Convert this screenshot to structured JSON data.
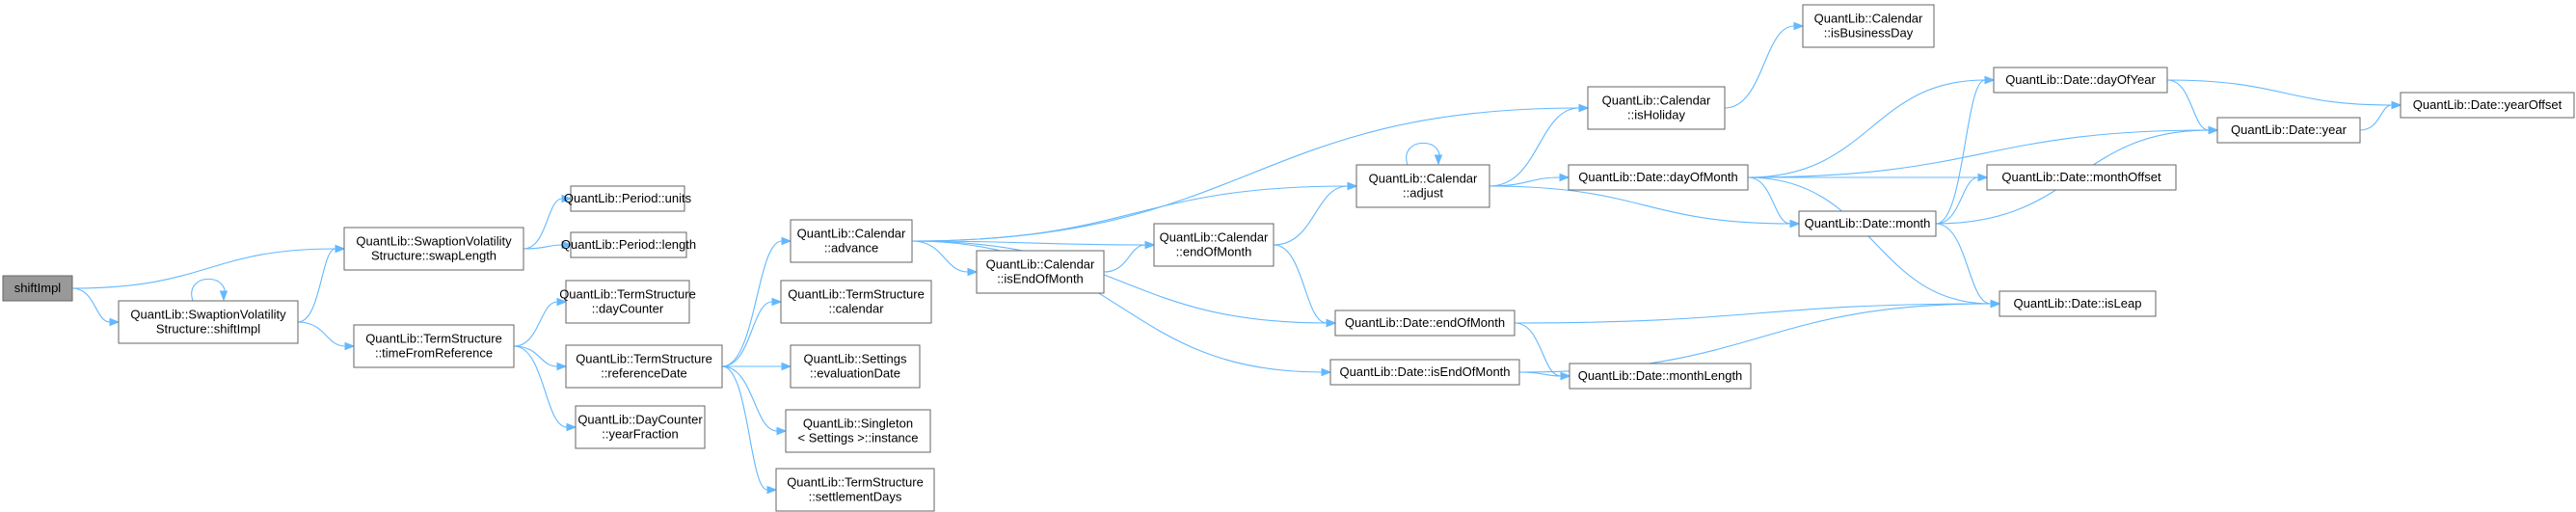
{
  "graph": {
    "edge_color": "#63b8ff",
    "root_fill": "#999999",
    "node_fill": "#ffffff",
    "node_border": "#666666",
    "nodes": [
      {
        "id": "shiftImpl",
        "lines": [
          "shiftImpl"
        ]
      },
      {
        "id": "svs_shiftImpl",
        "lines": [
          "QuantLib::SwaptionVolatility",
          "Structure::shiftImpl"
        ]
      },
      {
        "id": "svs_swapLength",
        "lines": [
          "QuantLib::SwaptionVolatility",
          "Structure::swapLength"
        ]
      },
      {
        "id": "period_units",
        "lines": [
          "QuantLib::Period::units"
        ]
      },
      {
        "id": "period_length",
        "lines": [
          "QuantLib::Period::length"
        ]
      },
      {
        "id": "ts_timeFromReference",
        "lines": [
          "QuantLib::TermStructure",
          "::timeFromReference"
        ]
      },
      {
        "id": "ts_dayCounter",
        "lines": [
          "QuantLib::TermStructure",
          "::dayCounter"
        ]
      },
      {
        "id": "ts_referenceDate",
        "lines": [
          "QuantLib::TermStructure",
          "::referenceDate"
        ]
      },
      {
        "id": "dc_yearFraction",
        "lines": [
          "QuantLib::DayCounter",
          "::yearFraction"
        ]
      },
      {
        "id": "cal_advance",
        "lines": [
          "QuantLib::Calendar",
          "::advance"
        ]
      },
      {
        "id": "ts_calendar",
        "lines": [
          "QuantLib::TermStructure",
          "::calendar"
        ]
      },
      {
        "id": "settings_evaluationDate",
        "lines": [
          "QuantLib::Settings",
          "::evaluationDate"
        ]
      },
      {
        "id": "singleton_instance",
        "lines": [
          "QuantLib::Singleton",
          "< Settings >::instance"
        ]
      },
      {
        "id": "ts_settlementDays",
        "lines": [
          "QuantLib::TermStructure",
          "::settlementDays"
        ]
      },
      {
        "id": "cal_isEndOfMonth",
        "lines": [
          "QuantLib::Calendar",
          "::isEndOfMonth"
        ]
      },
      {
        "id": "cal_endOfMonth",
        "lines": [
          "QuantLib::Calendar",
          "::endOfMonth"
        ]
      },
      {
        "id": "cal_adjust",
        "lines": [
          "QuantLib::Calendar",
          "::adjust"
        ]
      },
      {
        "id": "cal_isHoliday",
        "lines": [
          "QuantLib::Calendar",
          "::isHoliday"
        ]
      },
      {
        "id": "cal_isBusinessDay",
        "lines": [
          "QuantLib::Calendar",
          "::isBusinessDay"
        ]
      },
      {
        "id": "date_endOfMonth",
        "lines": [
          "QuantLib::Date::endOfMonth"
        ]
      },
      {
        "id": "date_isEndOfMonth",
        "lines": [
          "QuantLib::Date::isEndOfMonth"
        ]
      },
      {
        "id": "date_dayOfMonth",
        "lines": [
          "QuantLib::Date::dayOfMonth"
        ]
      },
      {
        "id": "date_monthLength",
        "lines": [
          "QuantLib::Date::monthLength"
        ]
      },
      {
        "id": "date_month",
        "lines": [
          "QuantLib::Date::month"
        ]
      },
      {
        "id": "date_dayOfYear",
        "lines": [
          "QuantLib::Date::dayOfYear"
        ]
      },
      {
        "id": "date_monthOffset",
        "lines": [
          "QuantLib::Date::monthOffset"
        ]
      },
      {
        "id": "date_isLeap",
        "lines": [
          "QuantLib::Date::isLeap"
        ]
      },
      {
        "id": "date_year",
        "lines": [
          "QuantLib::Date::year"
        ]
      },
      {
        "id": "date_yearOffset",
        "lines": [
          "QuantLib::Date::yearOffset"
        ]
      }
    ],
    "edges": [
      [
        "shiftImpl",
        "svs_shiftImpl"
      ],
      [
        "shiftImpl",
        "svs_swapLength"
      ],
      [
        "svs_shiftImpl",
        "svs_shiftImpl"
      ],
      [
        "svs_shiftImpl",
        "svs_swapLength"
      ],
      [
        "svs_shiftImpl",
        "ts_timeFromReference"
      ],
      [
        "svs_swapLength",
        "period_units"
      ],
      [
        "svs_swapLength",
        "period_length"
      ],
      [
        "ts_timeFromReference",
        "ts_dayCounter"
      ],
      [
        "ts_timeFromReference",
        "ts_referenceDate"
      ],
      [
        "ts_timeFromReference",
        "dc_yearFraction"
      ],
      [
        "ts_referenceDate",
        "cal_advance"
      ],
      [
        "ts_referenceDate",
        "ts_calendar"
      ],
      [
        "ts_referenceDate",
        "settings_evaluationDate"
      ],
      [
        "ts_referenceDate",
        "singleton_instance"
      ],
      [
        "ts_referenceDate",
        "ts_settlementDays"
      ],
      [
        "cal_advance",
        "cal_isHoliday"
      ],
      [
        "cal_advance",
        "cal_adjust"
      ],
      [
        "cal_advance",
        "cal_endOfMonth"
      ],
      [
        "cal_advance",
        "cal_isEndOfMonth"
      ],
      [
        "cal_advance",
        "date_endOfMonth"
      ],
      [
        "cal_advance",
        "date_isEndOfMonth"
      ],
      [
        "cal_isEndOfMonth",
        "cal_endOfMonth"
      ],
      [
        "cal_endOfMonth",
        "cal_adjust"
      ],
      [
        "cal_endOfMonth",
        "date_endOfMonth"
      ],
      [
        "cal_adjust",
        "cal_adjust"
      ],
      [
        "cal_adjust",
        "cal_isHoliday"
      ],
      [
        "cal_adjust",
        "date_dayOfMonth"
      ],
      [
        "cal_adjust",
        "date_month"
      ],
      [
        "cal_isHoliday",
        "cal_isBusinessDay"
      ],
      [
        "date_dayOfMonth",
        "date_dayOfYear"
      ],
      [
        "date_dayOfMonth",
        "date_year"
      ],
      [
        "date_dayOfMonth",
        "date_monthOffset"
      ],
      [
        "date_dayOfMonth",
        "date_month"
      ],
      [
        "date_dayOfMonth",
        "date_isLeap"
      ],
      [
        "date_month",
        "date_dayOfYear"
      ],
      [
        "date_month",
        "date_year"
      ],
      [
        "date_month",
        "date_monthOffset"
      ],
      [
        "date_month",
        "date_isLeap"
      ],
      [
        "date_dayOfYear",
        "date_year"
      ],
      [
        "date_dayOfYear",
        "date_yearOffset"
      ],
      [
        "date_year",
        "date_yearOffset"
      ],
      [
        "date_endOfMonth",
        "date_monthLength"
      ],
      [
        "date_endOfMonth",
        "date_isLeap"
      ],
      [
        "date_isEndOfMonth",
        "date_monthLength"
      ],
      [
        "date_isEndOfMonth",
        "date_isLeap"
      ]
    ]
  }
}
